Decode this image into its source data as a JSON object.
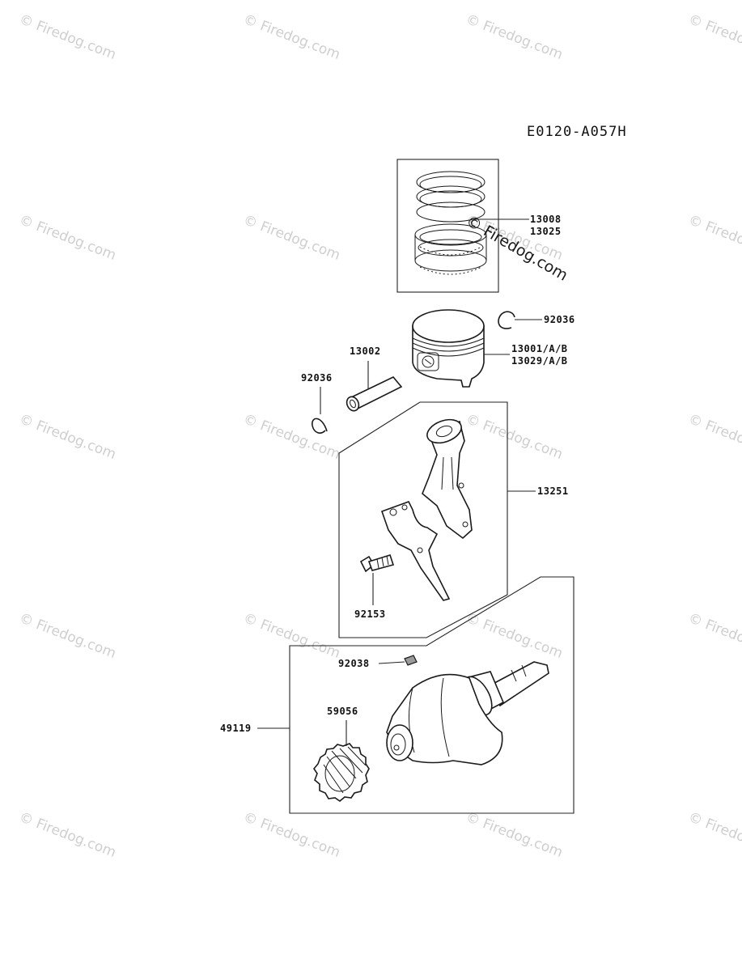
{
  "diagram_ref": "E0120-A057H",
  "watermark": "© Firedog.com",
  "watermark_center": "© Firedog.com",
  "callouts": {
    "piston_rings": [
      "13008",
      "13025"
    ],
    "snap_ring_right": "92036",
    "piston": [
      "13001/A/B",
      "13029/A/B"
    ],
    "piston_pin": "13002",
    "snap_ring_left": "92036",
    "connecting_rod_assy": "13251",
    "rod_bolt": "92153",
    "key": "92038",
    "crankshaft_gear": "59056",
    "crankshaft_assy": "49119"
  }
}
